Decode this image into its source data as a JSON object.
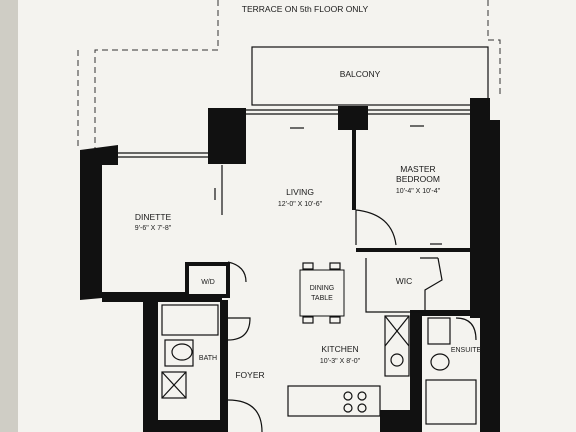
{
  "header": {
    "terrace_note": "TERRACE ON 5th  FLOOR ONLY"
  },
  "rooms": {
    "balcony": {
      "name": "BALCONY"
    },
    "living": {
      "name": "LIVING",
      "dims": "12'-0\" X 10'-6\""
    },
    "dinette": {
      "name": "DINETTE",
      "dims": "9'-6\" X 7'-8\""
    },
    "master": {
      "name_line1": "MASTER",
      "name_line2": "BEDROOM",
      "dims": "10'-4\" X 10'-4\""
    },
    "wic": {
      "name": "WIC"
    },
    "wd": {
      "name": "W/D"
    },
    "dining": {
      "name_line1": "DINING",
      "name_line2": "TABLE"
    },
    "bath": {
      "name": "BATH"
    },
    "ensuite": {
      "name": "ENSUITE"
    },
    "foyer": {
      "name": "FOYER"
    },
    "kitchen": {
      "name": "KITCHEN",
      "dims": "10'-3\" X 8'-0\""
    }
  },
  "colors": {
    "paper": "#f4f3ef",
    "wall": "#111111",
    "background": "#d9d7d0"
  }
}
